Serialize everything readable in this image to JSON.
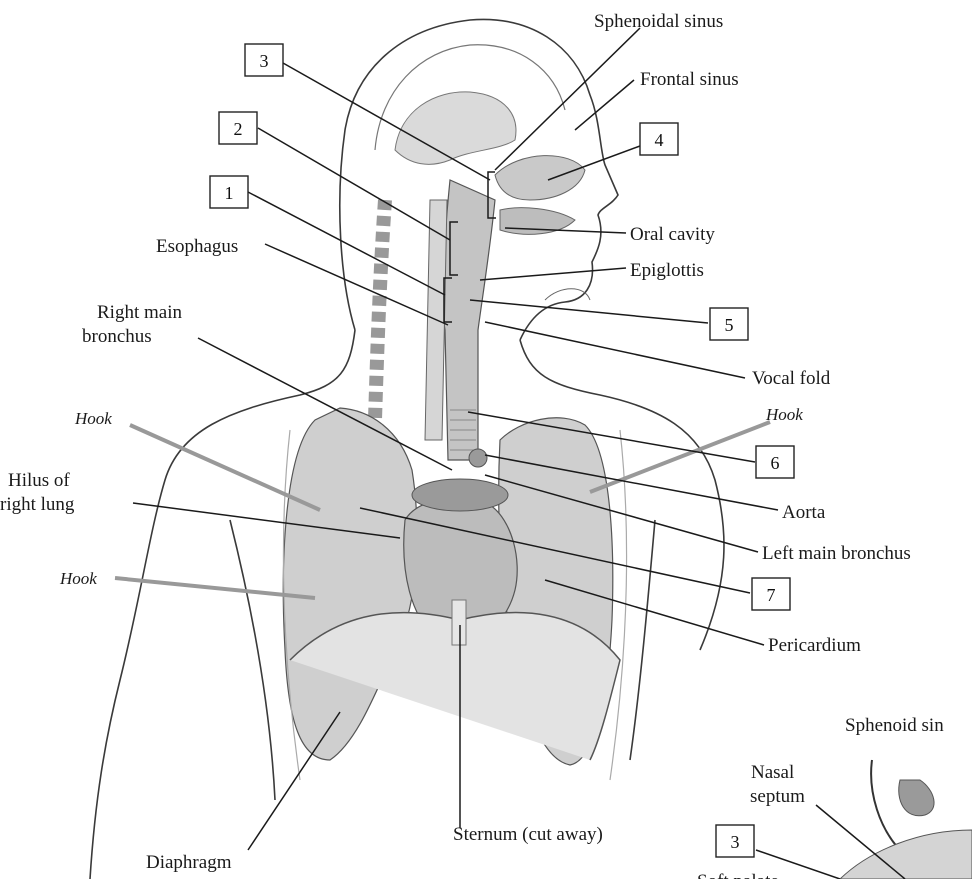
{
  "labels": {
    "sphenoidal_sinus": "Sphenoidal sinus",
    "frontal_sinus": "Frontal sinus",
    "oral_cavity": "Oral cavity",
    "epiglottis": "Epiglottis",
    "esophagus": "Esophagus",
    "right_main_bronchus_1": "Right main",
    "right_main_bronchus_2": "bronchus",
    "vocal_fold": "Vocal fold",
    "hook_left_upper": "Hook",
    "hook_right_upper": "Hook",
    "hook_left_lower": "Hook",
    "hilus_1": "Hilus of",
    "hilus_2": "right lung",
    "aorta": "Aorta",
    "left_main_bronchus": "Left main bronchus",
    "pericardium": "Pericardium",
    "diaphragm": "Diaphragm",
    "sternum": "Sternum (cut away)",
    "sphenoid_sinus_inset": "Sphenoid sin",
    "nasal_septum_1": "Nasal",
    "nasal_septum_2": "septum",
    "soft_palate": "Soft palate"
  },
  "boxes": {
    "b3": "3",
    "b2": "2",
    "b1": "1",
    "b4": "4",
    "b5": "5",
    "b6": "6",
    "b7": "7",
    "b3_inset": "3"
  },
  "colors": {
    "organ_fill": "#c9c9c9",
    "organ_dark": "#9a9a9a",
    "line": "#1a1a1a"
  }
}
